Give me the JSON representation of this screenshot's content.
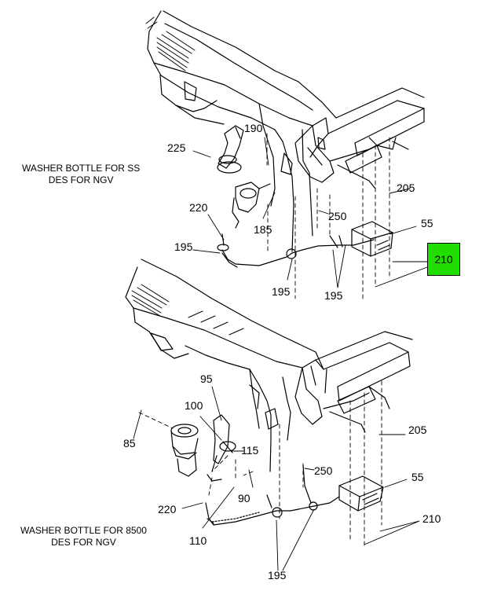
{
  "captions": {
    "upper": [
      "WASHER BOTTLE FOR SS",
      "DES FOR NGV"
    ],
    "lower": [
      "WASHER BOTTLE FOR 8500",
      "DES FOR NGV"
    ]
  },
  "highlight": {
    "label": "210",
    "color": "#22dd00"
  },
  "callouts_upper": {
    "c190": "190",
    "c225": "225",
    "c205": "205",
    "c220": "220",
    "c250": "250",
    "c55": "55",
    "c185": "185",
    "c195a": "195",
    "c195b": "195",
    "c195c": "195"
  },
  "callouts_lower": {
    "c95": "95",
    "c100": "100",
    "c85": "85",
    "c115": "115",
    "c205": "205",
    "c250": "250",
    "c55": "55",
    "c90": "90",
    "c220": "220",
    "c210": "210",
    "c110": "110",
    "c195": "195"
  }
}
